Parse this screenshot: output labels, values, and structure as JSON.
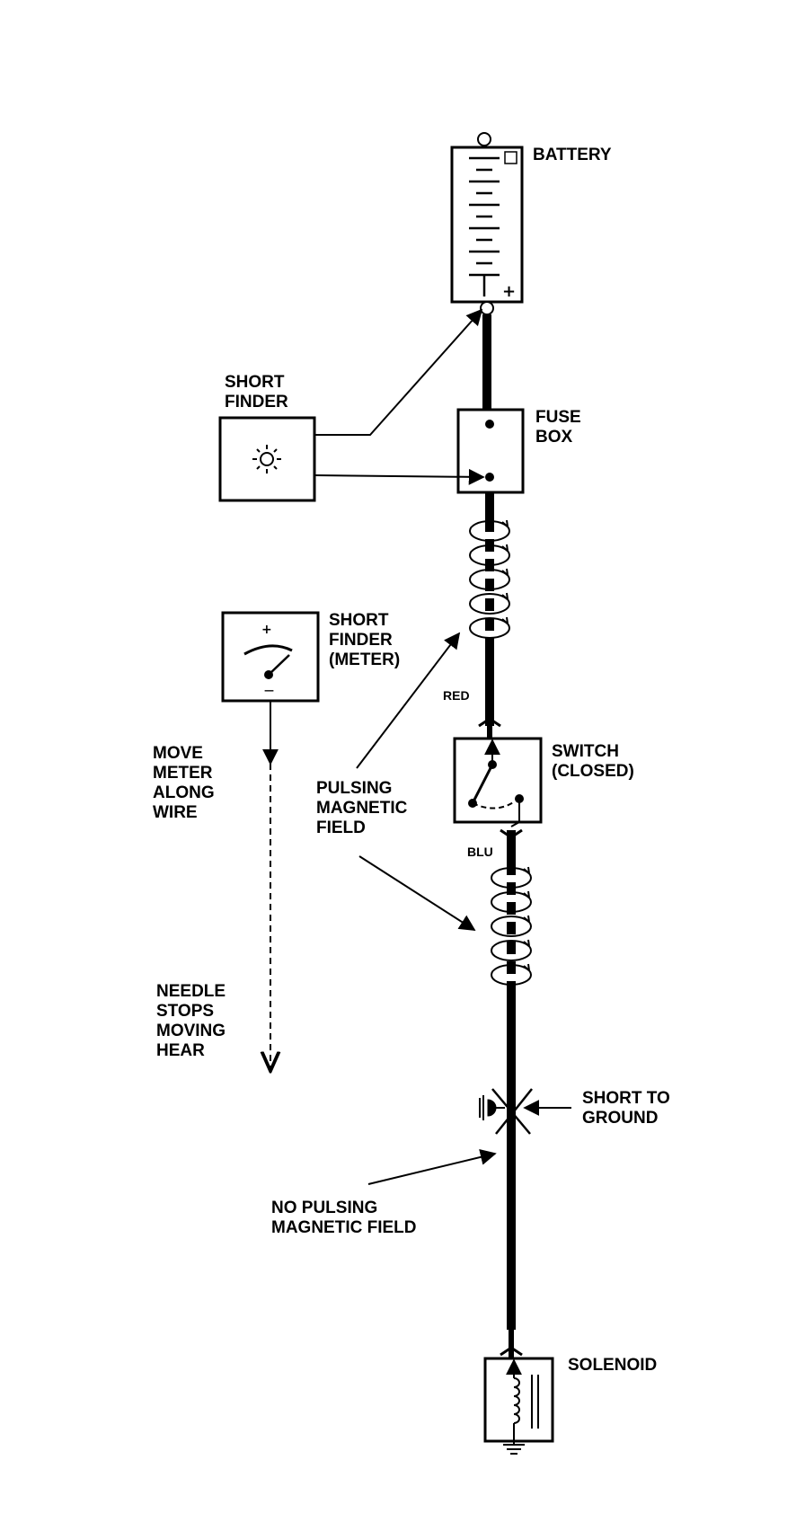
{
  "labels": {
    "battery": "BATTERY",
    "battery_plus": "+",
    "short_finder": [
      "SHORT",
      "FINDER"
    ],
    "fuse_box": [
      "FUSE",
      "BOX"
    ],
    "short_finder_meter": [
      "SHORT",
      "FINDER",
      "(METER)"
    ],
    "meter_plus": "+",
    "meter_minus": "—",
    "wire_red": "RED",
    "switch": [
      "SWITCH",
      "(CLOSED)"
    ],
    "move_meter": [
      "MOVE",
      "METER",
      "ALONG",
      "WIRE"
    ],
    "pulsing_field": [
      "PULSING",
      "MAGNETIC",
      "FIELD"
    ],
    "wire_blu": "BLU",
    "needle_stops": [
      "NEEDLE",
      "STOPS",
      "MOVING",
      "HEAR"
    ],
    "short_to_ground": [
      "SHORT TO",
      "GROUND"
    ],
    "no_pulsing": [
      "NO PULSING",
      "MAGNETIC FIELD"
    ],
    "solenoid": "SOLENOID"
  },
  "icons": {
    "short_finder_lamp": "sun-icon",
    "meter_needle": "gauge-needle-icon",
    "ground": "ground-icon",
    "short_mark": "cross-mark-icon",
    "coil": "coil-icon"
  }
}
